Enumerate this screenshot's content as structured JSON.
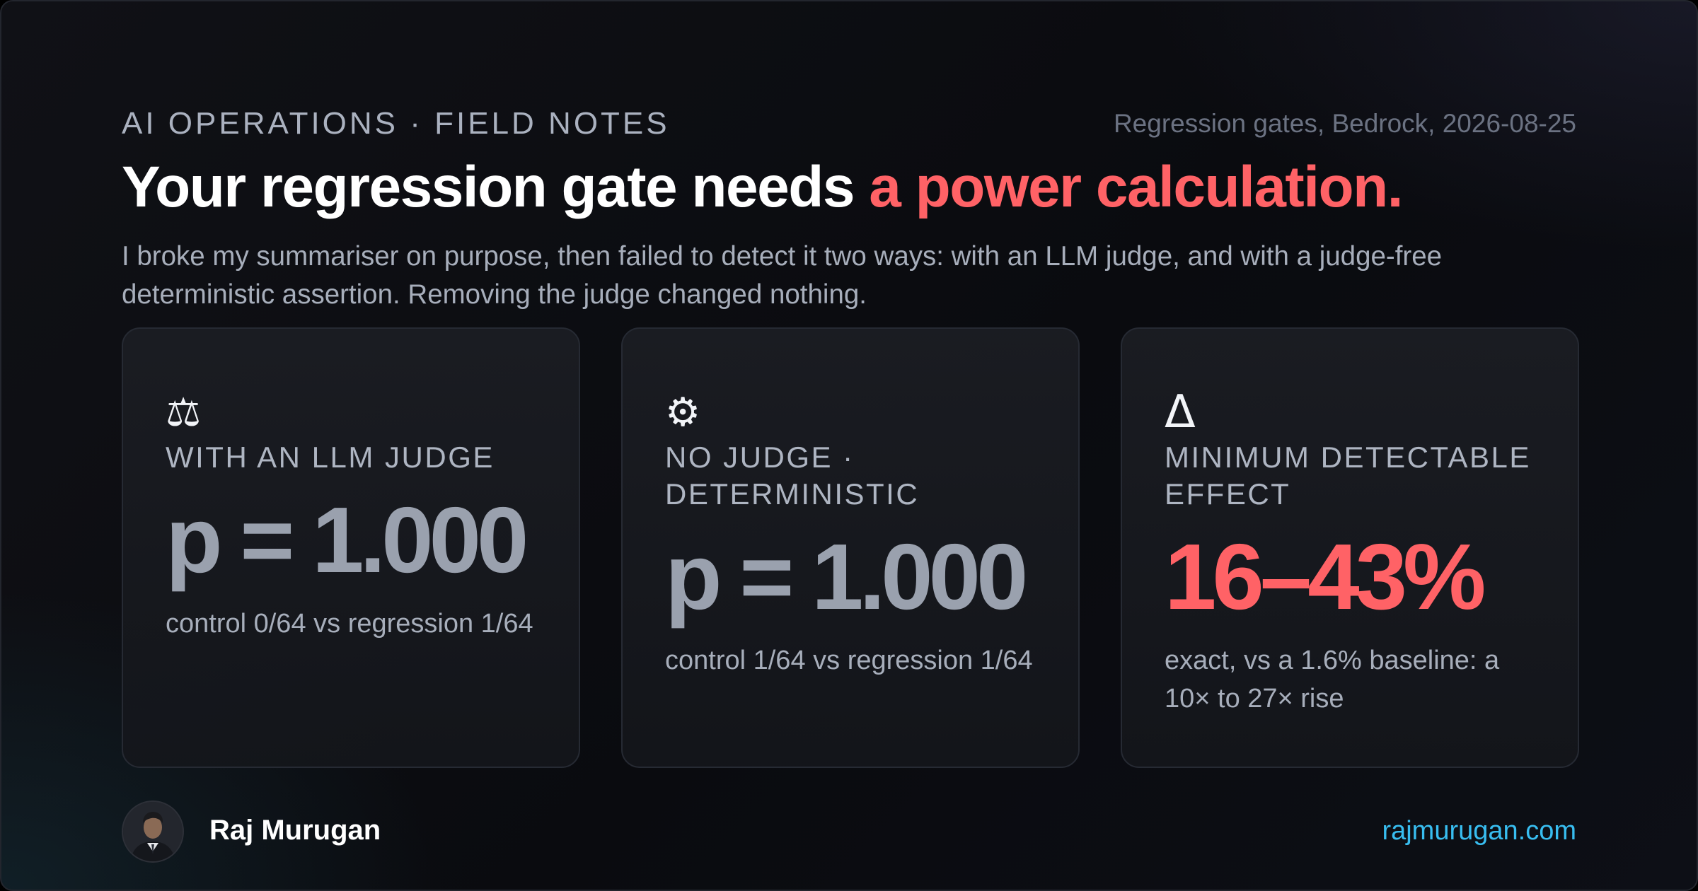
{
  "header": {
    "eyebrow": "AI OPERATIONS · FIELD NOTES",
    "meta": "Regression gates, Bedrock, 2026-08-25",
    "title_main": "Your regression gate needs ",
    "title_accent": "a power calculation.",
    "subtitle": "I broke my summariser on purpose, then failed to detect it two ways: with an LLM judge, and with a judge-free deterministic assertion. Removing the judge changed nothing."
  },
  "cards": [
    {
      "icon": "scales-icon",
      "icon_glyph": "⚖",
      "label": "WITH AN LLM JUDGE",
      "value": "p = 1.000",
      "note": "control 0/64 vs regression 1/64"
    },
    {
      "icon": "gear-icon",
      "icon_glyph": "⚙",
      "label": "NO JUDGE · DETERMINISTIC",
      "value": "p = 1.000",
      "note": "control 1/64 vs regression 1/64"
    },
    {
      "icon": "delta-icon",
      "icon_glyph": "Δ",
      "label": "MINIMUM DETECTABLE EFFECT",
      "value": "16–43%",
      "note": "exact, vs a 1.6% baseline: a 10× to 27× rise"
    }
  ],
  "footer": {
    "author": "Raj Murugan",
    "site": "rajmurugan.com"
  },
  "colors": {
    "accent": "#ff6266",
    "link": "#38bdf0",
    "value_gray": "#9aa1ae"
  }
}
